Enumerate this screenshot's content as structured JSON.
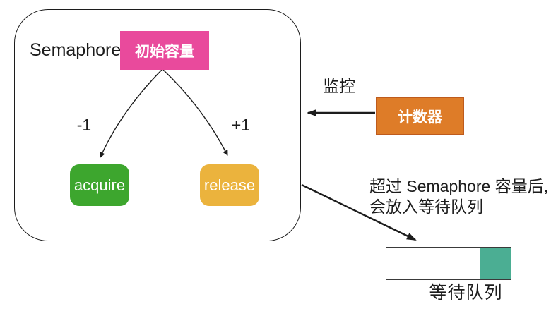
{
  "colors": {
    "ink": "#1c1c1c",
    "pink": "#e94a9c",
    "green": "#3da62e",
    "amber": "#ebb33d",
    "orange": "#de7c28",
    "orangeBorder": "#be5b1d",
    "teal": "#4bae93"
  },
  "semaphore": {
    "title": "Semaphore",
    "initial_capacity": "初始容量",
    "acquire": "acquire",
    "release": "release",
    "decrement": "-1",
    "increment": "+1"
  },
  "counter": {
    "label": "计数器",
    "monitor": "监控"
  },
  "wait_queue": {
    "note_line1": "超过 Semaphore 容量后,",
    "note_line2": "会放入等待队列",
    "label": "等待队列",
    "cells": [
      "empty",
      "empty",
      "empty",
      "filled"
    ]
  }
}
